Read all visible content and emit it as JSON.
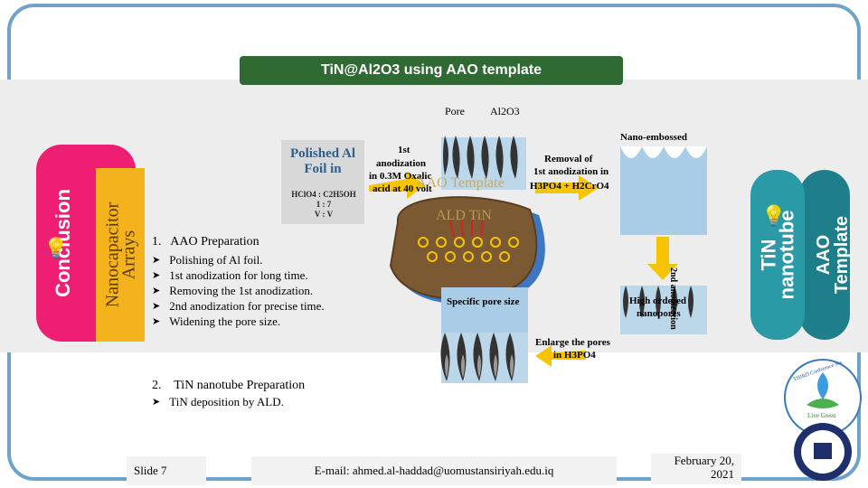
{
  "title": "TiN@Al2O3 using  AAO template",
  "tabs": {
    "conclusion": "Conclusion",
    "nanocapacitor": [
      "Nanocapacitor",
      "Arrays"
    ],
    "tin_nanotube": [
      "TiN",
      "nanotube"
    ],
    "aao_template": [
      "AAO",
      "Template"
    ]
  },
  "foil": {
    "title": "Polished Al Foil in",
    "ratio_line1": "HClO4 : C2H5OH",
    "ratio_line2": "1 : 7",
    "ratio_line3": "V : V"
  },
  "diagram": {
    "pore": "Pore",
    "al2o3": "Al2O3",
    "nano_embossed": "Nano-embossed",
    "first_anod_1": "1st",
    "first_anod_2": "anodization",
    "first_anod_3": "in 0.3M Oxalic",
    "first_anod_4": "acid at 40 volt",
    "removal_1": "Removal of",
    "removal_2": "1st anodization in",
    "removal_3": "H3PO4 + H2CrO4",
    "aao_template_wm": "AAO Template",
    "ald_tin_wm": "ALD TiN",
    "second_anod": "2nd anodization",
    "specific_pore": "Specific pore size",
    "high_ordered_1": "High ordered",
    "high_ordered_2": "nanopores",
    "enlarge_1": "Enlarge the pores",
    "enlarge_2": "in H3PO4"
  },
  "section1": {
    "number": "1.",
    "heading": "AAO Preparation",
    "bullets": [
      "Polishing of Al foil.",
      "1st anodization for long time.",
      "Removing the 1st anodization.",
      "2nd anodization for precise time.",
      "Widening the pore size."
    ]
  },
  "section2": {
    "number": "2.",
    "heading": "TiN nanotube  Preparation",
    "bullets": [
      "TiN deposition by ALD."
    ]
  },
  "footer": {
    "slide": "Slide 7",
    "email": "E-mail: ahmed.al-haddad@uomustansiriyah.edu.iq",
    "date_line1": "February 20,",
    "date_line2": "2021"
  },
  "logos": {
    "conference_text": "THIRD Conference Sta",
    "live_green": "Live Green"
  },
  "colors": {
    "title_bg": "#2f6a33",
    "conclusion": "#ee1f73",
    "nanocapacitor": "#f4b21c",
    "tin": "#2b9aa7",
    "aao": "#1e7f8b",
    "frame": "#6ea2c9"
  }
}
